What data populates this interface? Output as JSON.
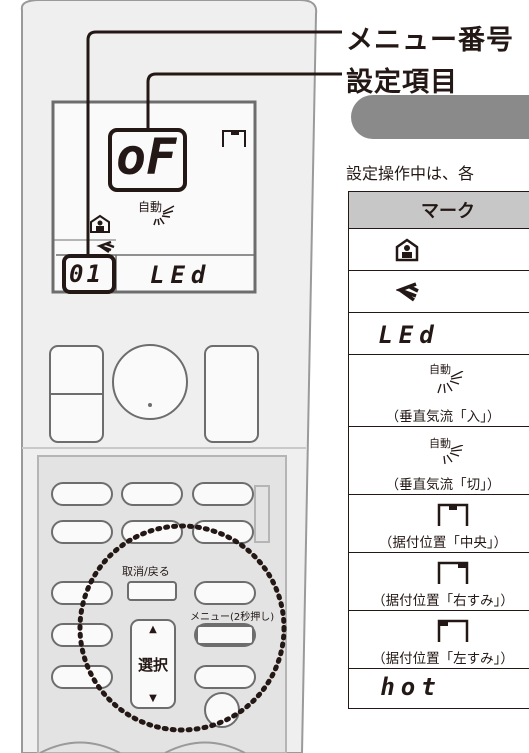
{
  "callouts": {
    "menu_number": "メニュー番号",
    "setting_item": "設定項目"
  },
  "intro_text": "設定操作中は、各",
  "lcd": {
    "big_value": "oF",
    "auto_label": "自動",
    "menu_number": "01",
    "item_code": "LEd"
  },
  "remote_buttons": {
    "cancel_back": "取消/戻る",
    "menu_hold": "メニュー(2秒押し)",
    "select": "選択",
    "up_arrow": "▲",
    "down_arrow": "▼"
  },
  "mark_table": {
    "header": "マーク",
    "rows": [
      {
        "icon": "person-home-icon",
        "caption": ""
      },
      {
        "icon": "airflow-wave-icon",
        "caption": ""
      },
      {
        "icon": "led-segment-text",
        "text": "LEd",
        "caption": ""
      },
      {
        "icon": "auto-swing-icon",
        "text": "自動",
        "caption": "（垂直気流「入」）"
      },
      {
        "icon": "auto-swing-off-icon",
        "text": "自動",
        "caption": "（垂直気流「切」）"
      },
      {
        "icon": "position-center-icon",
        "caption": "（据付位置「中央」）"
      },
      {
        "icon": "position-right-icon",
        "caption": "（据付位置「右すみ」）"
      },
      {
        "icon": "position-left-icon",
        "caption": "（据付位置「左すみ」）"
      },
      {
        "icon": "hot-segment-text",
        "text": "hot",
        "caption": ""
      }
    ]
  }
}
